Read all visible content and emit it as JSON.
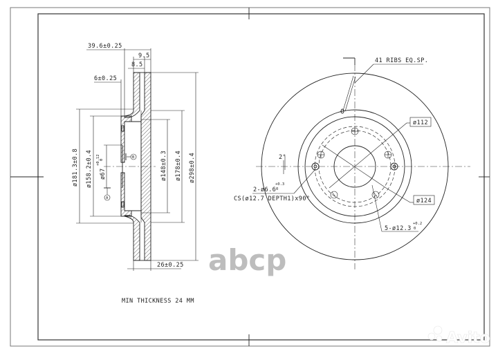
{
  "drawing": {
    "title": "Brake disc technical drawing",
    "side_view": {
      "dims": {
        "overall_width": "39.6±0.25",
        "width_9_5": "9.5",
        "width_8_5": "8.5",
        "hat_offset": "6±0.25",
        "d_181": "ø181.3±0.8",
        "d_158": "ø158.2±0.4",
        "d_67": "ø67",
        "d_67_tol_upper": "+0.12",
        "d_67_tol_lower": "0",
        "d_148": "ø148±0.3",
        "d_178": "ø178±0.4",
        "d_298": "ø298±0.4",
        "thickness": "26±0.25",
        "datum_a": "A",
        "datum_b": "B"
      }
    },
    "front_view": {
      "ribs_note": "41 RIBS EQ.SP.",
      "pcd_112": "ø112",
      "pcd_124": "ø124",
      "angle": "2°",
      "holes_small": "2-ø6.6",
      "holes_small_tol_upper": "+0.3",
      "holes_small_tol_lower": "0",
      "countersink": "CS(ø12.7 DEPTH1)x90°",
      "holes_large": "5-ø12.3",
      "holes_large_tol_upper": "+0.2",
      "holes_large_tol_lower": "0"
    },
    "note": "MIN THICKNESS 24 MM"
  },
  "watermarks": {
    "abcp": "abcp",
    "avito": "Avito"
  }
}
